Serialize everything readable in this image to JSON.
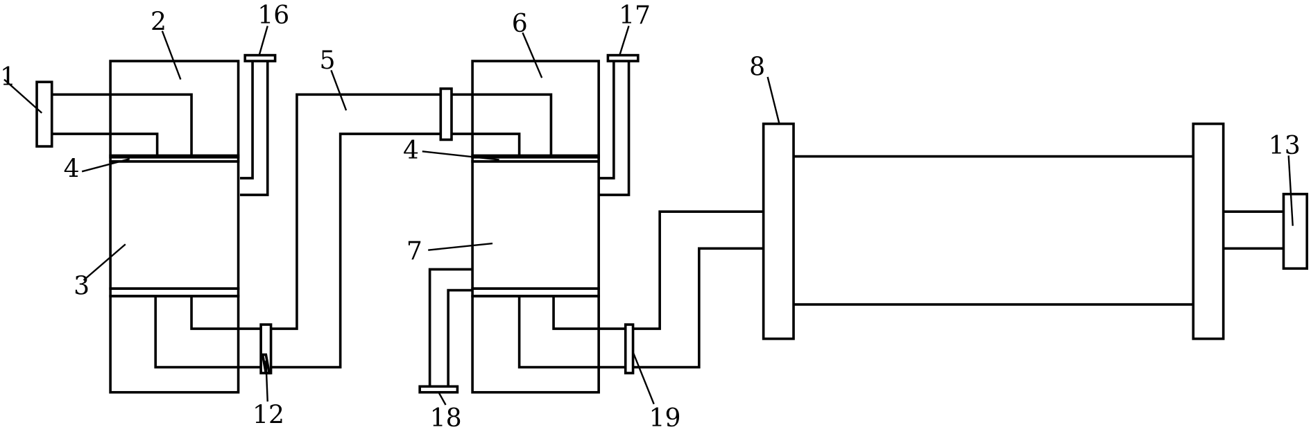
{
  "labels": {
    "l1": "1",
    "l2": "2",
    "l3": "3",
    "l4a": "4",
    "l4b": "4",
    "l5": "5",
    "l6": "6",
    "l7": "7",
    "l8": "8",
    "l12": "12",
    "l13": "13",
    "l16": "16",
    "l17": "17",
    "l18": "18",
    "l19": "19"
  }
}
